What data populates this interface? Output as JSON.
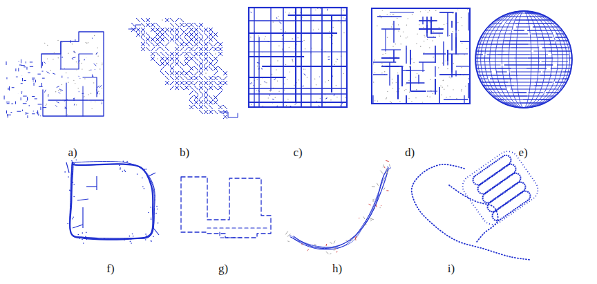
{
  "diagram": {
    "labels": [
      "a)",
      "b)",
      "c)",
      "d)",
      "e)",
      "f)",
      "g)",
      "h)",
      "i)"
    ]
  }
}
